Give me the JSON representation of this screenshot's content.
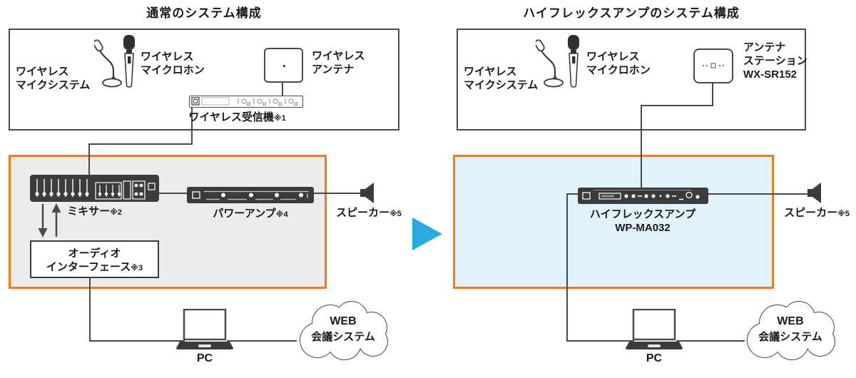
{
  "colors": {
    "accent_orange": "#f07b25",
    "arrow_blue": "#29abe2",
    "left_panel_bg": "#ececec",
    "right_panel_bg": "#e1f3fa",
    "device_dark": "#3b3b3d",
    "line_dark": "#4a4a4a"
  },
  "left": {
    "title": "通常のシステム構成",
    "mic_system": [
      "ワイヤレス",
      "マイクシステム"
    ],
    "wireless_mic": [
      "ワイヤレス",
      "マイクロホン"
    ],
    "antenna": [
      "ワイヤレス",
      "アンテナ"
    ],
    "receiver": {
      "label": "ワイヤレス受信機",
      "note": "※1"
    },
    "mixer": {
      "label": "ミキサー",
      "note": "※2"
    },
    "audio_interface": {
      "line1": "オーディオ",
      "line2": "インターフェース",
      "note": "※3"
    },
    "power_amp": {
      "label": "パワーアンプ",
      "note": "※4"
    },
    "speaker": {
      "label": "スピーカー",
      "note": "※5"
    },
    "pc": "PC",
    "cloud": [
      "WEB",
      "会議システム"
    ]
  },
  "right": {
    "title": "ハイフレックスアンプのシステム構成",
    "mic_system": [
      "ワイヤレス",
      "マイクシステム"
    ],
    "wireless_mic": [
      "ワイヤレス",
      "マイクロホン"
    ],
    "antenna_station": [
      "アンテナ",
      "ステーション",
      "WX-SR152"
    ],
    "hiflex_amp": [
      "ハイフレックスアンプ",
      "WP-MA032"
    ],
    "speaker": {
      "label": "スピーカー",
      "note": "※5"
    },
    "pc": "PC",
    "cloud": [
      "WEB",
      "会議システム"
    ]
  }
}
